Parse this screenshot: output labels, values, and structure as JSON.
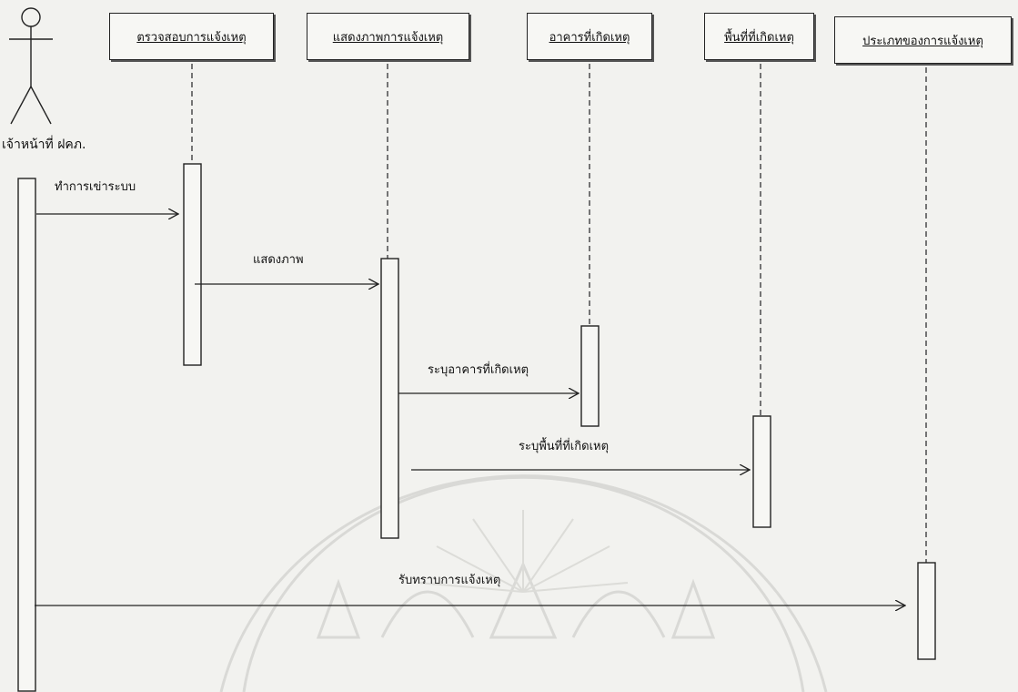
{
  "actor": {
    "label": "เจ้าหน้าที่ ฝคภ."
  },
  "objects": [
    {
      "id": "obj1",
      "label": "ตรวจสอบการแจ้งเหตุ"
    },
    {
      "id": "obj2",
      "label": "แสดงภาพการแจ้งเหตุ"
    },
    {
      "id": "obj3",
      "label": "อาคารที่เกิดเหตุ"
    },
    {
      "id": "obj4",
      "label": "พื้นที่ที่เกิดเหตุ"
    },
    {
      "id": "obj5",
      "label": "ประเภทของการแจ้งเหตุ"
    }
  ],
  "messages": [
    {
      "label": "ทำการเข่าระบบ"
    },
    {
      "label": "แสดงภาพ"
    },
    {
      "label": "ระบุอาคารที่เกิดเหตุ"
    },
    {
      "label": "ระบุพื้นที่ที่เกิดเหตุ"
    },
    {
      "label": "รับทราบการแจ้งเหตุ"
    }
  ]
}
